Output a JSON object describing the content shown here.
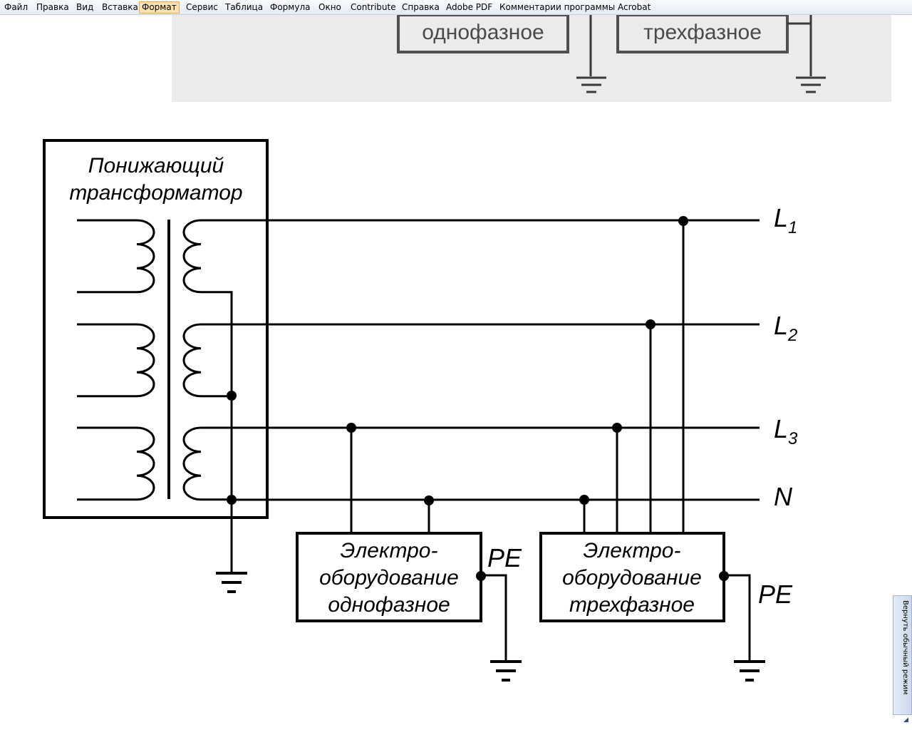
{
  "menu": {
    "items": [
      "Файл",
      "Правка",
      "Вид",
      "Вставка",
      "Формат",
      "Сервис",
      "Таблица",
      "Формула",
      "Окно",
      "Contribute",
      "Справка",
      "Adobe PDF",
      "Комментарии программы Acrobat"
    ],
    "active": "Формат"
  },
  "scan_fragment": {
    "left_label": "однофазное",
    "right_label": "трехфазное"
  },
  "diagram": {
    "transformer_title_line1": "Понижающий",
    "transformer_title_line2": "трансформатор",
    "lines": {
      "L1": {
        "letter": "L",
        "index": "1"
      },
      "L2": {
        "letter": "L",
        "index": "2"
      },
      "L3": {
        "letter": "L",
        "index": "3"
      },
      "N": "N"
    },
    "single_phase_box": {
      "line1": "Электро-",
      "line2": "оборудование",
      "line3": "однофазное"
    },
    "three_phase_box": {
      "line1": "Электро-",
      "line2": "оборудование",
      "line3": "трехфазное"
    },
    "pe_left": "PE",
    "pe_right": "PE"
  },
  "side_panel": {
    "label": "Вернуть обычный режим"
  }
}
